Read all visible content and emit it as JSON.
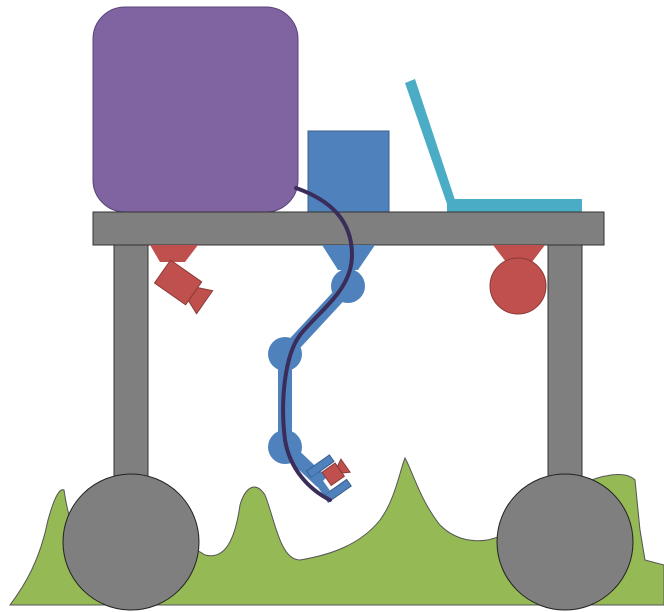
{
  "diagram": {
    "subject": "robot-cart-illustration",
    "colors": {
      "background": "#ffffff",
      "grass": "#94b955",
      "frame": "#7f7f7f",
      "wheel": "#7f7f7f",
      "box": "#8064a2",
      "hopper": "#4f81bd",
      "arm": "#4f81bd",
      "laptop": "#4bacc6",
      "sensor": "#c0504d",
      "cable": "#3b2d5a",
      "outline": "#333333"
    },
    "components": [
      {
        "id": "grass",
        "icon": "grass-shape"
      },
      {
        "id": "table-top",
        "icon": "table-top-bar"
      },
      {
        "id": "legs",
        "icon": "table-leg"
      },
      {
        "id": "wheels",
        "icon": "wheel-circle"
      },
      {
        "id": "purple-box",
        "icon": "rounded-box"
      },
      {
        "id": "blue-hopper",
        "icon": "hopper-funnel"
      },
      {
        "id": "laptop",
        "icon": "laptop-outline"
      },
      {
        "id": "camera-left",
        "icon": "camera-icon"
      },
      {
        "id": "sensor-right",
        "icon": "dome-sensor-icon"
      },
      {
        "id": "robot-arm",
        "icon": "articulated-arm"
      },
      {
        "id": "cable",
        "icon": "cable-line"
      }
    ]
  }
}
